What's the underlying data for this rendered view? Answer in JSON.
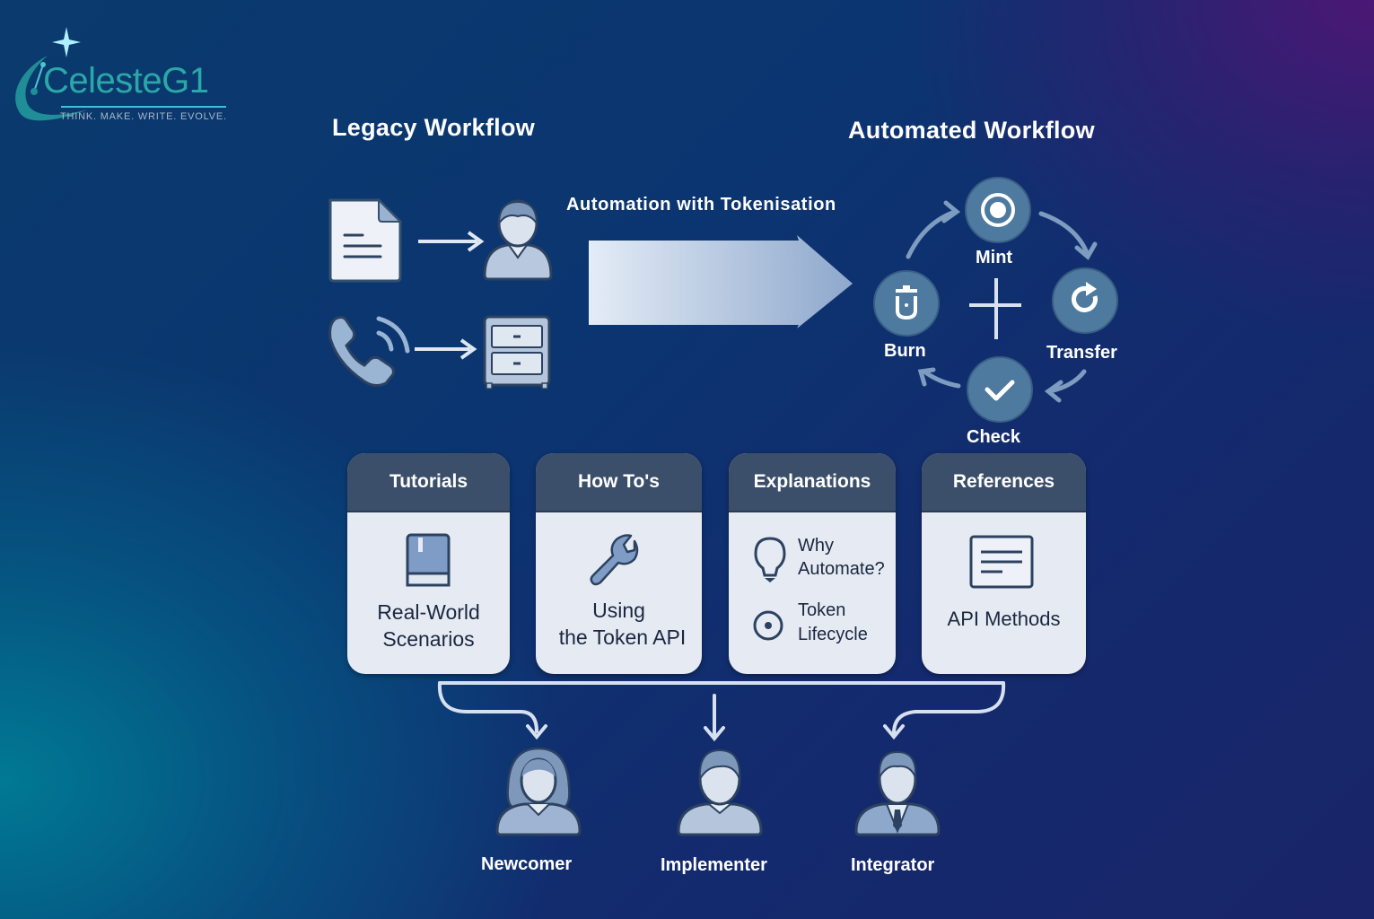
{
  "logo": {
    "name": "CelesteG1",
    "tagline": "THINK. MAKE. WRITE. EVOLVE."
  },
  "legacy": {
    "title": "Legacy Workflow",
    "icons": [
      "document-icon",
      "user-icon",
      "phone-icon",
      "filing-cabinet-icon"
    ]
  },
  "transition": {
    "label": "Automation with Tokenisation"
  },
  "automated": {
    "title": "Automated Workflow",
    "steps": [
      {
        "label": "Mint",
        "icon": "mint-icon"
      },
      {
        "label": "Transfer",
        "icon": "transfer-icon"
      },
      {
        "label": "Check",
        "icon": "check-icon"
      },
      {
        "label": "Burn",
        "icon": "burn-icon"
      }
    ]
  },
  "docs": [
    {
      "header": "Tutorials",
      "icon": "book-icon",
      "text_lines": [
        "Real-World",
        "Scenarios"
      ]
    },
    {
      "header": "How To's",
      "icon": "wrench-icon",
      "text_lines": [
        "Using",
        "the Token API"
      ]
    },
    {
      "header": "Explanations",
      "items": [
        {
          "icon": "lightbulb-icon",
          "lines": [
            "Why",
            "Automate?"
          ]
        },
        {
          "icon": "target-icon",
          "lines": [
            "Token",
            "Lifecycle"
          ]
        }
      ]
    },
    {
      "header": "References",
      "icon": "document-list-icon",
      "text_lines": [
        "API Methods"
      ]
    }
  ],
  "personas": [
    {
      "label": "Newcomer",
      "icon": "woman-user-icon"
    },
    {
      "label": "Implementer",
      "icon": "man-user-icon"
    },
    {
      "label": "Integrator",
      "icon": "businessman-icon"
    }
  ],
  "colors": {
    "card_header": "#3c4f6a",
    "card_body": "#e6ebf3",
    "icon_fill": "#8aa4c8",
    "circle_fill": "#4e7aa0",
    "logo_teal": "#2aa8a8"
  }
}
